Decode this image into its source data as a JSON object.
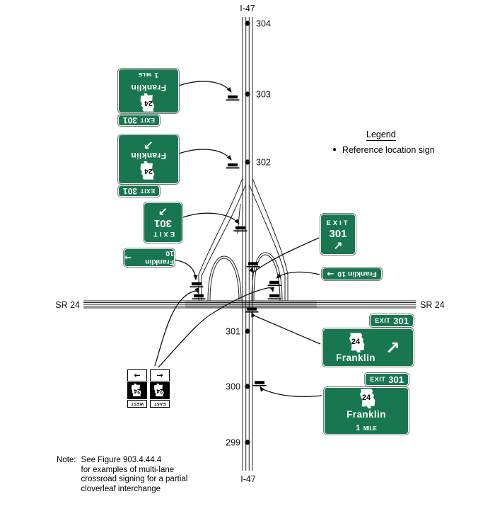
{
  "roads": {
    "freeway_label_top": "I-47",
    "freeway_label_bottom": "I-47",
    "crossroad_label_left": "SR 24",
    "crossroad_label_right": "SR 24"
  },
  "mile_markers": [
    {
      "label": "304"
    },
    {
      "label": "303"
    },
    {
      "label": "302"
    },
    {
      "label": "301"
    },
    {
      "label": "300"
    },
    {
      "label": "299"
    }
  ],
  "legend": {
    "title": "Legend",
    "bullet": "●",
    "item": "Reference location sign"
  },
  "note": {
    "label": "Note:",
    "lines": [
      "See Figure 903.4.44.4",
      "for examples of multi-lane",
      "crossroad signing for a partial",
      "cloverleaf interchange"
    ]
  },
  "signs": {
    "left_advance": {
      "plaque_exit": "EXIT",
      "plaque_number": "301",
      "route": "24",
      "destination": "Franklin",
      "distance_number": "1",
      "distance_unit": "MILE"
    },
    "left_exit_direction": {
      "plaque_exit": "EXIT",
      "plaque_number": "301",
      "route": "24",
      "destination": "Franklin",
      "arrow": "↗"
    },
    "left_gore": {
      "exit_word": "EXIT",
      "exit_number": "301",
      "arrow": "↗"
    },
    "left_supplemental": {
      "destination": "Franklin",
      "distance": "10",
      "arrow": "→"
    },
    "right_gore": {
      "exit_word": "EXIT",
      "exit_number": "301",
      "arrow": "↗"
    },
    "right_supplemental": {
      "destination": "Franklin",
      "distance": "10",
      "arrow": "→"
    },
    "right_exit_direction": {
      "plaque_exit": "EXIT",
      "plaque_number": "301",
      "route": "24",
      "destination": "Franklin",
      "arrow": "↗"
    },
    "right_advance": {
      "plaque_exit": "EXIT",
      "plaque_number": "301",
      "route": "24",
      "destination": "Franklin",
      "distance_number": "1",
      "distance_unit": "MILE"
    },
    "crossroad_assembly": {
      "left": {
        "banner": "EAST",
        "route": "24",
        "arrow": "←"
      },
      "right": {
        "banner": "WEST",
        "route": "24",
        "arrow": "→"
      }
    }
  }
}
